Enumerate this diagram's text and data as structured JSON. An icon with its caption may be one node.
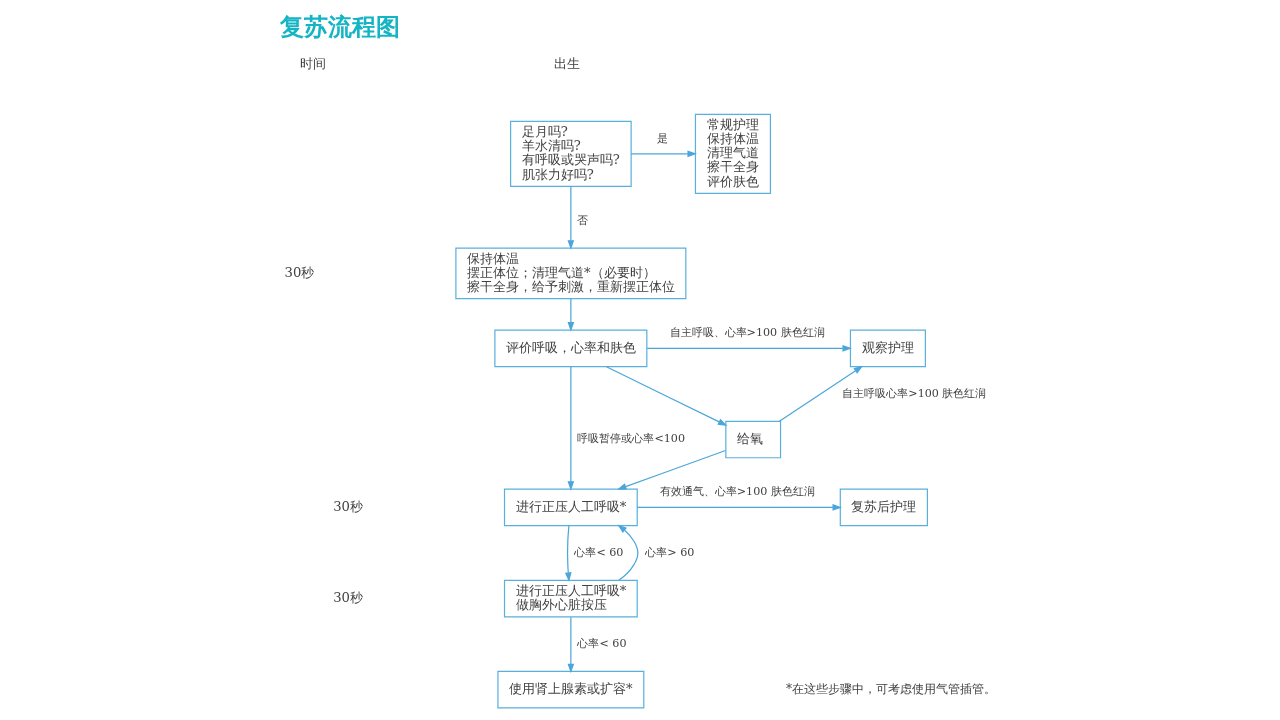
{
  "diagram": {
    "title": "复苏流程图",
    "nodes": [
      {
        "text": [
          "足月吗?",
          "羊水清吗?",
          "有呼吸或哭声吗?",
          "肌张力好吗?"
        ]
      },
      {
        "text": [
          "常规护理",
          "保持体温",
          "清理气道",
          "擦干全身",
          "评价肤色"
        ]
      },
      {
        "text": [
          "保持体温",
          "摆正体位；清理气道*（必要时）",
          "擦干全身，给予刺激，重新摆正体位"
        ]
      },
      {
        "text": [
          "评价呼吸，心率和肤色"
        ]
      },
      {
        "text": [
          "观察护理"
        ]
      },
      {
        "text": [
          "给氧"
        ]
      },
      {
        "text": [
          "进行正压人工呼吸*"
        ]
      },
      {
        "text": [
          "复苏后护理"
        ]
      },
      {
        "text": [
          "进行正压人工呼吸*",
          "做胸外心脏按压"
        ]
      },
      {
        "text": [
          "使用肾上腺素或扩容*"
        ]
      }
    ],
    "edges": [
      {
        "from": 0,
        "to": 1,
        "arrow": "to",
        "label": "是"
      },
      {
        "from": 0,
        "to": 2,
        "arrow": "to",
        "label": "否"
      },
      {
        "from": 2,
        "to": 3,
        "arrow": "to"
      },
      {
        "from": 3,
        "to": 4,
        "arrow": "to",
        "label": "自主呼吸、心率>100 肤色红润"
      },
      {
        "from": 3,
        "to": 6,
        "arrow": "to",
        "label": "呼吸暂停或心率<100"
      },
      {
        "from": 3,
        "to": 5,
        "arrow": "to"
      },
      {
        "from": 5,
        "to": 4,
        "arrow": "to",
        "label": "自主呼吸心率>100 肤色红润"
      },
      {
        "from": 5,
        "to": 6,
        "arrow": "to"
      },
      {
        "from": 6,
        "to": 7,
        "arrow": "to",
        "label": "有效通气、心率>100 肤色红润"
      },
      {
        "from": 6,
        "to": 8,
        "arrow": "to",
        "label": "心率< 60"
      },
      {
        "from": 8,
        "to": 6,
        "arrow": "to",
        "label": "心率> 60"
      },
      {
        "from": 8,
        "to": 9,
        "arrow": "to",
        "label": "心率< 60"
      }
    ],
    "labels": [
      "时间",
      "出生",
      "30秒",
      "30秒",
      "30秒",
      "*在这些步骤中，可考虑使用气管插管。"
    ]
  }
}
